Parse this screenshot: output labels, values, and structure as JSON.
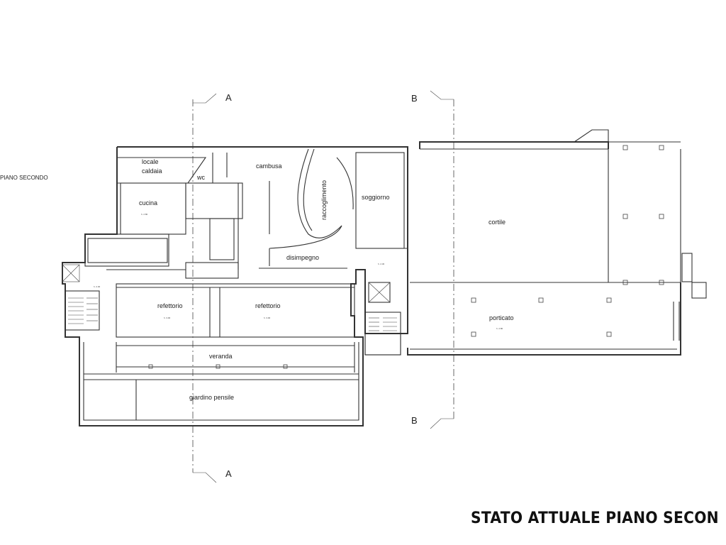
{
  "side_label": "PIANO SECONDO",
  "title": "STATO ATTUALE PIANO SECON",
  "section_marks": {
    "a": "A",
    "b": "B"
  },
  "rooms": {
    "locale_line1": "locale",
    "locale_line2": "caldaia",
    "wc": "wc",
    "cambusa": "cambusa",
    "cucina": "cucina",
    "raccoglimento": "raccoglimento",
    "soggiorno": "soggiorno",
    "disimpegno": "disimpegno",
    "cortile": "cortile",
    "refettorio_1": "refettorio",
    "refettorio_2": "refettorio",
    "porticato": "porticato",
    "veranda": "veranda",
    "giardino": "giardino pensile"
  },
  "heights": {
    "cucina": "h. 2.80",
    "refettorio_1": "h. 3.00",
    "refettorio_2": "h. 3.00",
    "porticato": "h. 2.80",
    "stair_left": "h. 2.30",
    "soggiorno_side": "h. 2.30"
  }
}
